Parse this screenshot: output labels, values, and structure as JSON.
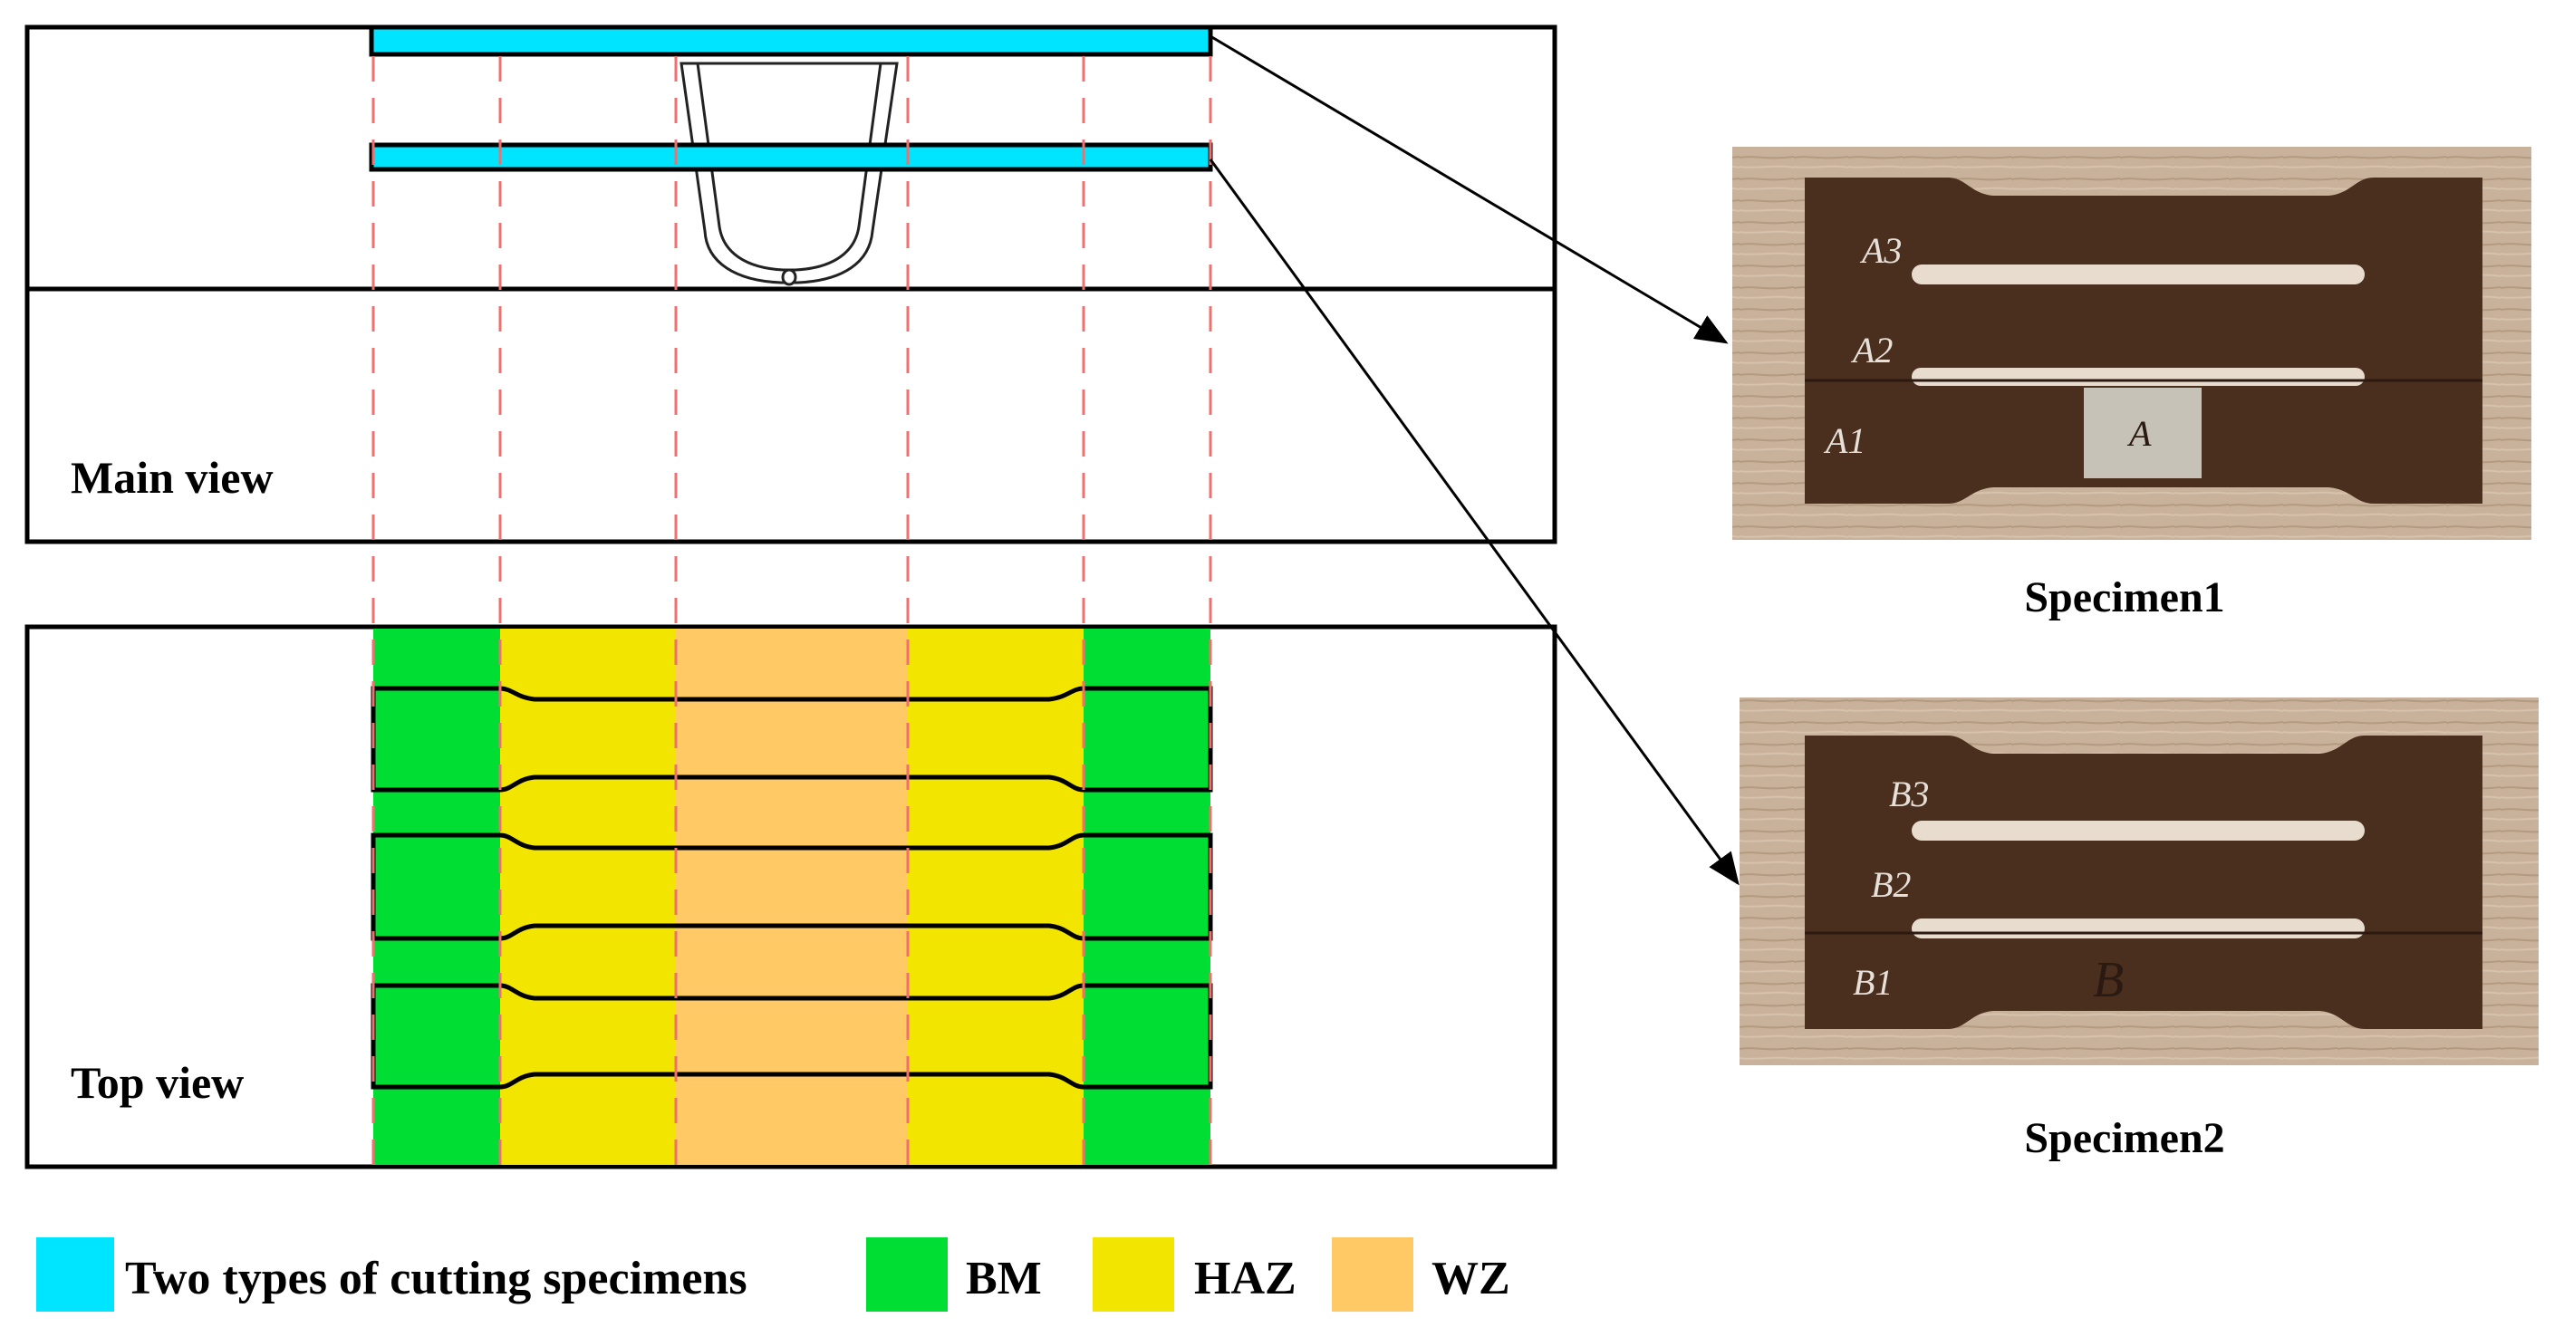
{
  "main_view": {
    "label": "Main view"
  },
  "top_view": {
    "label": "Top view"
  },
  "specimen1": {
    "caption": "Specimen1",
    "markings": [
      "A3",
      "A2",
      "A1",
      "A"
    ]
  },
  "specimen2": {
    "caption": "Specimen2",
    "markings": [
      "B3",
      "B2",
      "B1",
      "B"
    ]
  },
  "legend": [
    {
      "label": "Two types of cutting specimens",
      "color": "#00e5ff"
    },
    {
      "label": "BM",
      "color": "#00dd33"
    },
    {
      "label": "HAZ",
      "color": "#f2e600"
    },
    {
      "label": "WZ",
      "color": "#ffc966"
    }
  ],
  "zone_colors": {
    "BM": "#00dd33",
    "HAZ": "#f2e600",
    "WZ": "#ffc966",
    "cut": "#00e5ff",
    "guide": "#f07070"
  }
}
